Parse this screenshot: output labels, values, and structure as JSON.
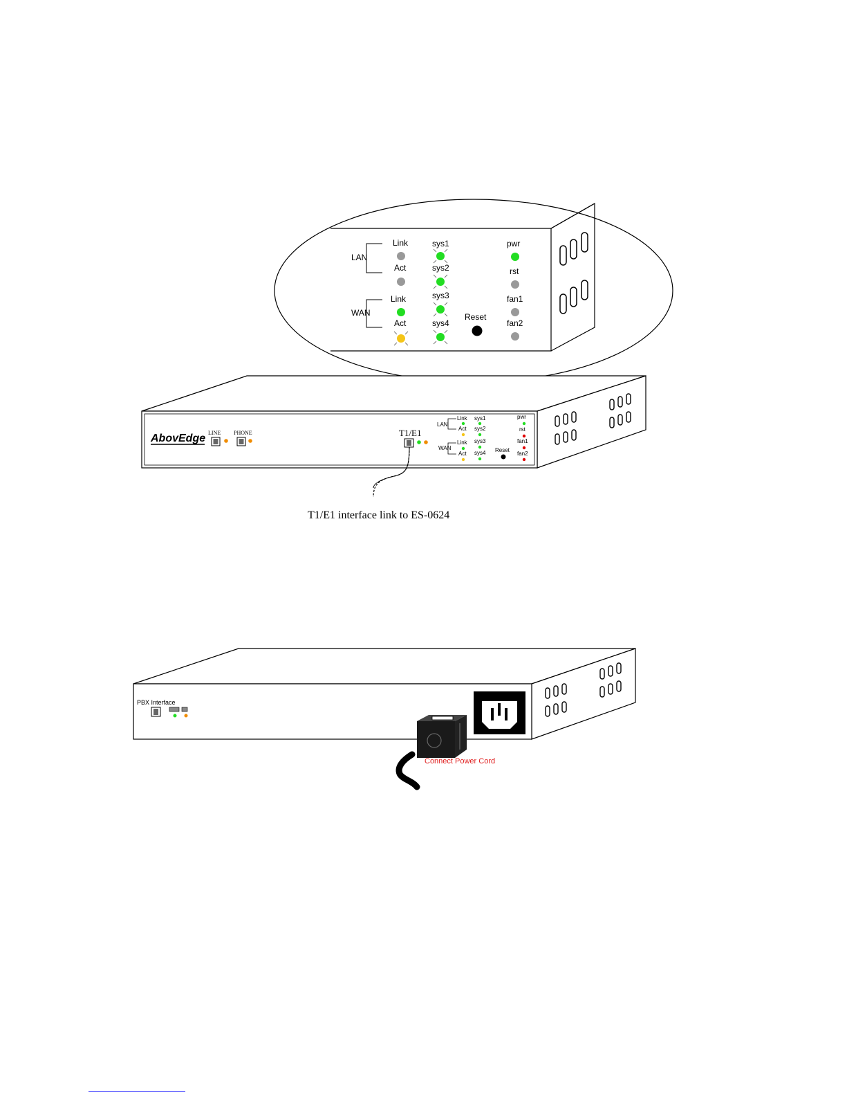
{
  "zoom_panel": {
    "lan_label": "LAN",
    "wan_label": "WAN",
    "lan_link_label": "Link",
    "lan_act_label": "Act",
    "wan_link_label": "Link",
    "wan_act_label": "Act",
    "sys_labels": [
      "sys1",
      "sys2",
      "sys3",
      "sys4"
    ],
    "status_labels": [
      "pwr",
      "rst",
      "fan1",
      "fan2"
    ],
    "reset_label": "Reset"
  },
  "front_unit": {
    "brand": "AbovEdge",
    "line_label": "LINE",
    "phone_label": "PHONE",
    "t1e1_label": "T1/E1",
    "lan_label": "LAN",
    "wan_label": "WAN",
    "lan_link_label": "Link",
    "lan_act_label": "Act",
    "wan_link_label": "Link",
    "wan_act_label": "Act",
    "sys_labels": [
      "sys1",
      "sys2",
      "sys3",
      "sys4"
    ],
    "status_labels": [
      "pwr",
      "rst",
      "fan1",
      "fan2"
    ],
    "reset_label": "Reset",
    "caption": "T1/E1 interface link to ES-0624"
  },
  "rear_unit": {
    "pbx_label": "PBX Interface",
    "power_caption": "Connect Power Cord"
  },
  "colors": {
    "led_green": "#22dd22",
    "led_grey": "#999999",
    "led_amber": "#f5c518",
    "led_orange": "#f08c00",
    "led_red": "#e00000",
    "caption_red": "#e02020",
    "footer_link": "#1a1aff"
  }
}
